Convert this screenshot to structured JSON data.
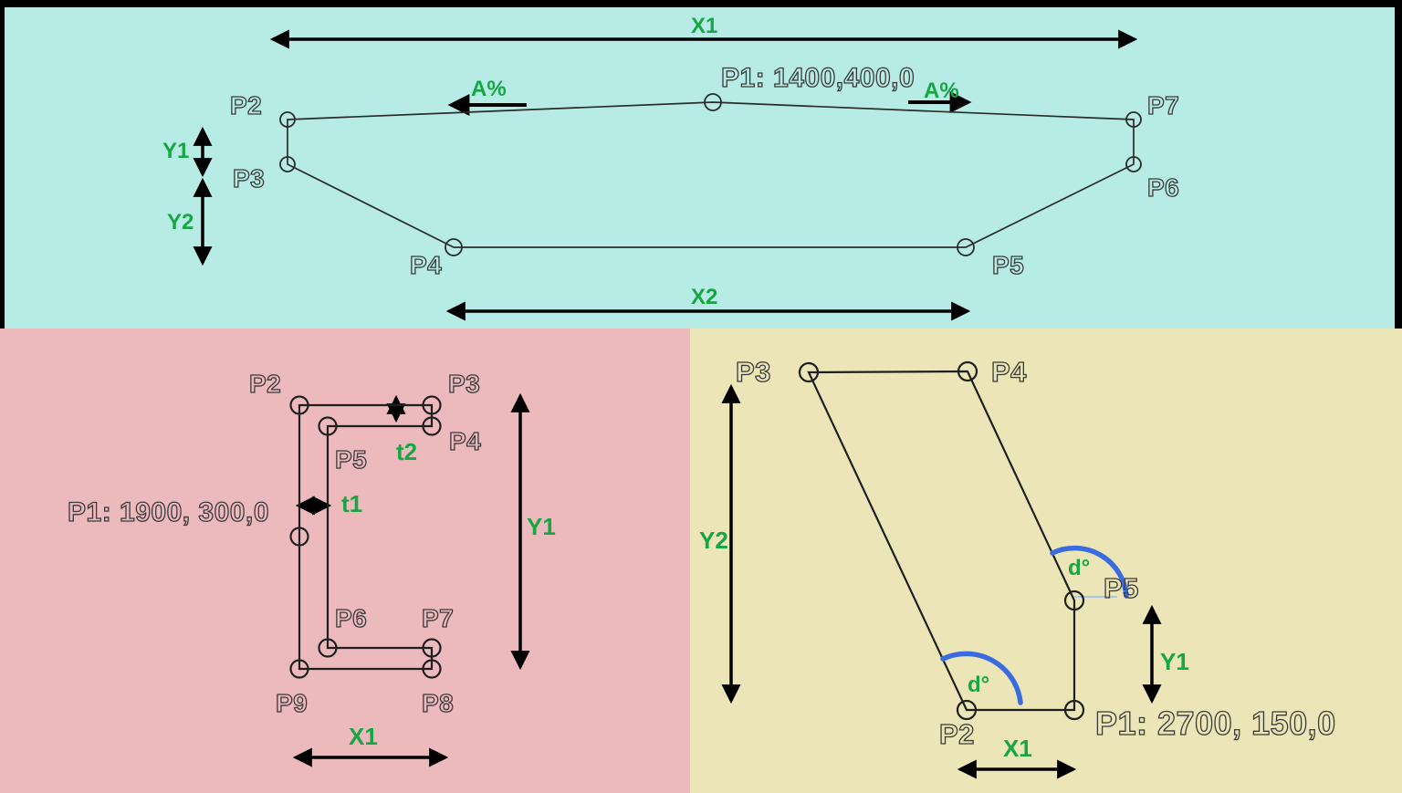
{
  "colors": {
    "page_background": "#000000",
    "panel_top_bg": "#b6ece5",
    "panel_bottom_left_bg": "#ecb9bd",
    "panel_bottom_right_bg": "#ebe5b7",
    "dimension_label_green": "#17a643",
    "angle_arc_blue": "#3a6ce0",
    "outline_text_gray": "#3a3a3a",
    "profile_line": "#2b2b2b",
    "reference_line_blue": "#a9c6e6"
  },
  "panel_top": {
    "origin_point_label": "P1: 1400,400,0",
    "points": {
      "p2": "P2",
      "p3": "P3",
      "p4": "P4",
      "p5": "P5",
      "p6": "P6",
      "p7": "P7"
    },
    "dimensions": {
      "x1": "X1",
      "x2": "X2",
      "y1": "Y1",
      "y2": "Y2",
      "slope_left": "A%",
      "slope_right": "A%"
    }
  },
  "panel_bottom_left": {
    "origin_point_label": "P1: 1900, 300,0",
    "points": {
      "p2": "P2",
      "p3": "P3",
      "p4": "P4",
      "p5": "P5",
      "p6": "P6",
      "p7": "P7",
      "p8": "P8",
      "p9": "P9"
    },
    "dimensions": {
      "x1": "X1",
      "y1": "Y1",
      "t1": "t1",
      "t2": "t2"
    }
  },
  "panel_bottom_right": {
    "origin_point_label": "P1: 2700, 150,0",
    "points": {
      "p2": "P2",
      "p3": "P3",
      "p4": "P4",
      "p5": "P5"
    },
    "dimensions": {
      "x1": "X1",
      "y1": "Y1",
      "y2": "Y2",
      "angle_p2": "d°",
      "angle_p5": "d°"
    }
  }
}
